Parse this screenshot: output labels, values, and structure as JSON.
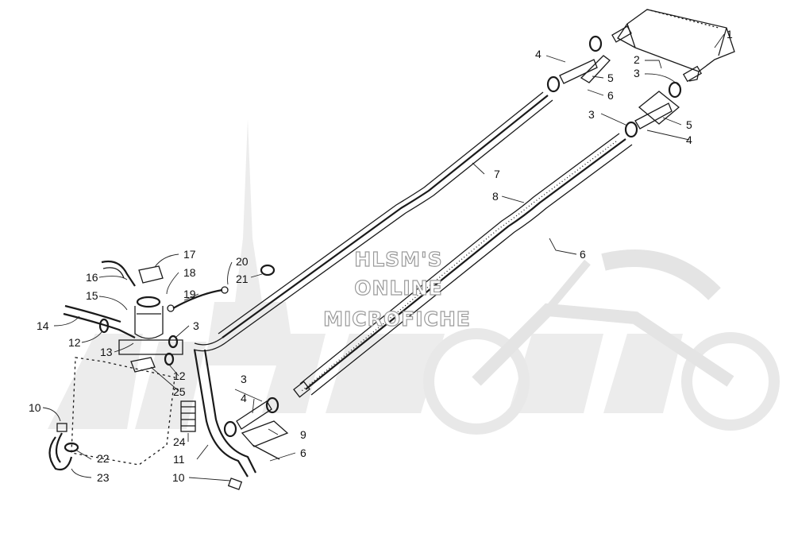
{
  "watermark": {
    "line1": "HLSM'S",
    "line2": "ONLINE",
    "line3": "MICROFICHE"
  },
  "callouts": [
    {
      "id": "c1",
      "label": "1"
    },
    {
      "id": "c2",
      "label": "2"
    },
    {
      "id": "c3a",
      "label": "3"
    },
    {
      "id": "c3b",
      "label": "3"
    },
    {
      "id": "c3c",
      "label": "3"
    },
    {
      "id": "c3d",
      "label": "3"
    },
    {
      "id": "c4a",
      "label": "4"
    },
    {
      "id": "c4b",
      "label": "4"
    },
    {
      "id": "c4c",
      "label": "4"
    },
    {
      "id": "c5a",
      "label": "5"
    },
    {
      "id": "c5b",
      "label": "5"
    },
    {
      "id": "c6a",
      "label": "6"
    },
    {
      "id": "c6b",
      "label": "6"
    },
    {
      "id": "c6c",
      "label": "6"
    },
    {
      "id": "c7",
      "label": "7"
    },
    {
      "id": "c8",
      "label": "8"
    },
    {
      "id": "c9",
      "label": "9"
    },
    {
      "id": "c10a",
      "label": "10"
    },
    {
      "id": "c10b",
      "label": "10"
    },
    {
      "id": "c11",
      "label": "11"
    },
    {
      "id": "c12a",
      "label": "12"
    },
    {
      "id": "c12b",
      "label": "12"
    },
    {
      "id": "c13",
      "label": "13"
    },
    {
      "id": "c14",
      "label": "14"
    },
    {
      "id": "c15",
      "label": "15"
    },
    {
      "id": "c16",
      "label": "16"
    },
    {
      "id": "c17",
      "label": "17"
    },
    {
      "id": "c18",
      "label": "18"
    },
    {
      "id": "c19",
      "label": "19"
    },
    {
      "id": "c20",
      "label": "20"
    },
    {
      "id": "c21",
      "label": "21"
    },
    {
      "id": "c22",
      "label": "22"
    },
    {
      "id": "c23",
      "label": "23"
    },
    {
      "id": "c24",
      "label": "24"
    },
    {
      "id": "c25",
      "label": "25"
    }
  ]
}
